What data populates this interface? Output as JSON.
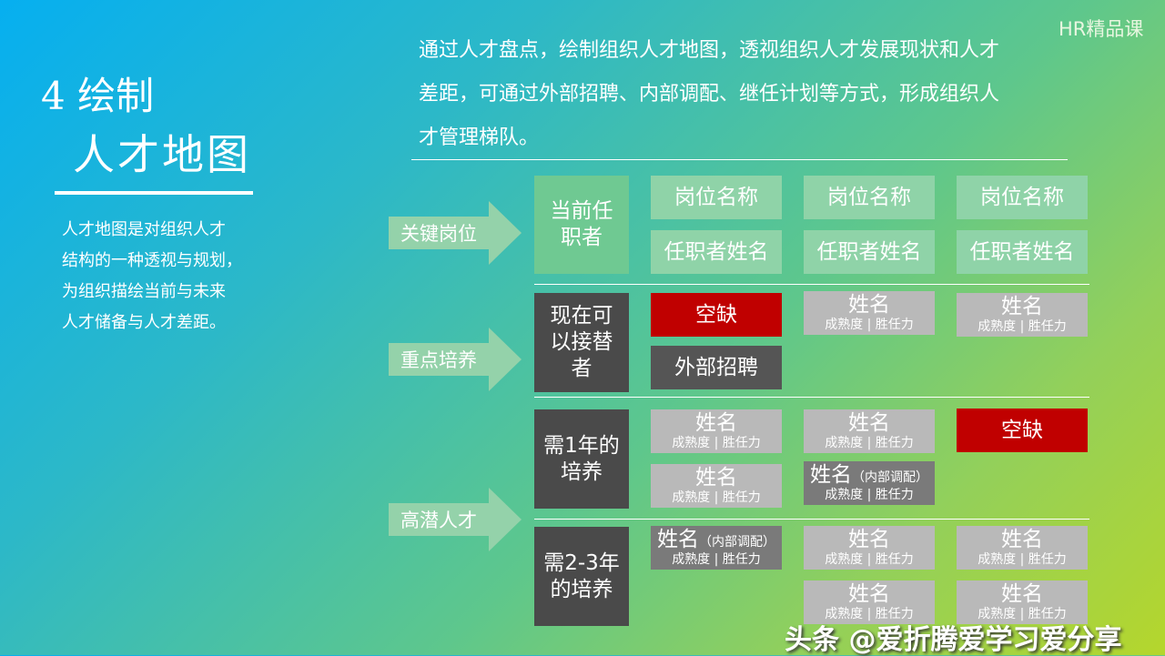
{
  "corner_label": "HR精品课",
  "title": {
    "line1": "4 绘制",
    "line2": "人才地图"
  },
  "description": [
    "人才地图是对组织人才",
    "结构的一种透视与规划，",
    "为组织描绘当前与未来",
    "人才储备与人才差距。"
  ],
  "intro": [
    "通过人才盘点，绘制组织人才地图，透视组织人才发展现状和人才",
    "差距，可通过外部招聘、内部调配、继任计划等方式，形成组织人",
    "才管理梯队。"
  ],
  "arrows": [
    "关键岗位",
    "重点培养",
    "高潜人才"
  ],
  "row_labels": [
    "当前任职者",
    "现在可以接替者",
    "需1年的培养",
    "需2-3年的培养"
  ],
  "cells": {
    "position": "岗位名称",
    "incumbent": "任职者姓名",
    "vacant": "空缺",
    "external": "外部招聘",
    "name": "姓名",
    "sub": "成熟度 | 胜任力",
    "internal": "（内部调配）"
  },
  "colors": {
    "vacant": "#c00000",
    "current": "#8fd3a8",
    "label_dark": "#4a4a4a",
    "candidate": "#b9b9b9",
    "internal": "#7a7a7a"
  },
  "watermark": "头条 @爱折腾爱学习爱分享"
}
